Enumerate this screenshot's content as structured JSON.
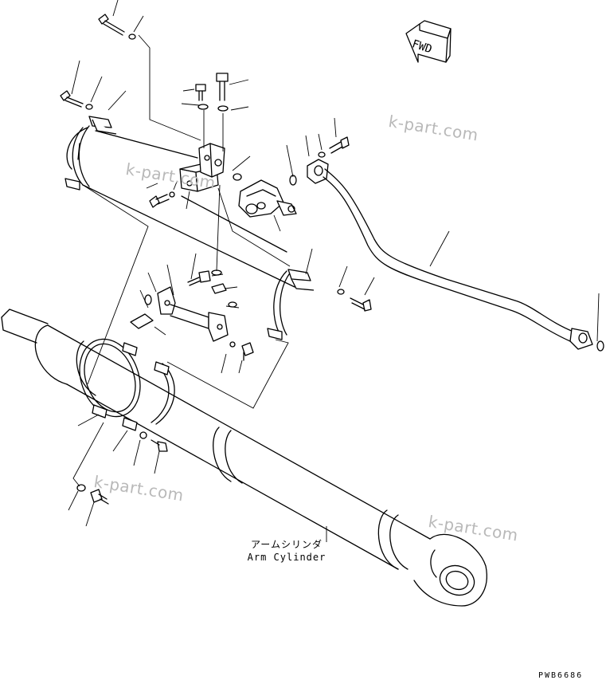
{
  "diagram": {
    "caption_jp": "アームシリンダ",
    "caption_en": "Arm Cylinder",
    "direction_label": "FWD",
    "drawing_code": "PWB6686",
    "watermarks": [
      "k-part.com",
      "k-part.com",
      "k-part.com",
      "k-part.com"
    ]
  }
}
